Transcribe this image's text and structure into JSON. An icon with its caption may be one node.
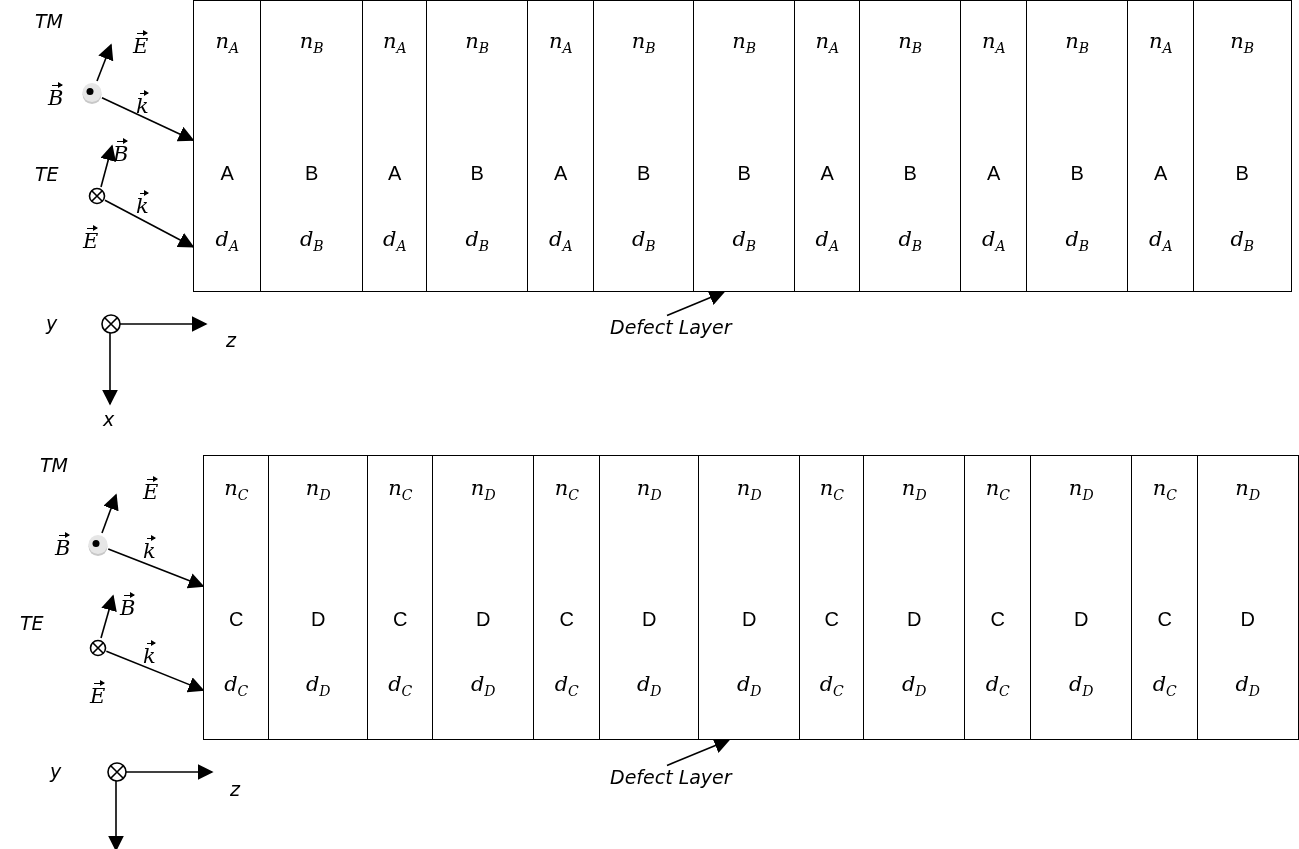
{
  "diagram": {
    "nodes": [
      {
        "text": [],
        "shape": "circle"
      },
      {
        "text": [],
        "shape": "circle"
      },
      {
        "text": [
          "n$_{A}$",
          "A",
          "d$_{A}$"
        ]
      },
      {
        "text": [
          "n$_{B}$",
          "B",
          "d$_{B}$"
        ]
      },
      {
        "text": [
          "n$_{A}$",
          "A",
          "d$_{A}$"
        ]
      },
      {
        "text": [
          "n$_{B}$",
          "B",
          "d$_{B}$"
        ]
      },
      {
        "text": [
          "n$_{A}$",
          "A",
          "d$_{A}$"
        ]
      },
      {
        "text": [
          "n$_{B}$",
          "B",
          "d$_{B}$"
        ]
      },
      {
        "text": [
          "n$_{B}$",
          "B",
          "d$_{B}$"
        ]
      },
      {
        "text": [
          "n$_{A}$",
          "A",
          "d$_{A}$"
        ]
      },
      {
        "text": [
          "n$_{B}$",
          "B",
          "d$_{B}$"
        ]
      },
      {
        "text": [
          "n$_{A}$",
          "A",
          "d$_{A}$"
        ]
      },
      {
        "text": [
          "n$_{B}$",
          "B",
          "d$_{B}$"
        ]
      },
      {
        "text": [
          "n$_{A}$",
          "A",
          "d$_{A}$"
        ]
      },
      {
        "text": [
          "n$_{B}$",
          "B",
          "d$_{B}$"
        ]
      },
      {
        "text": [
          "Defect Layer"
        ]
      },
      {
        "text": [],
        "shape": "circle"
      },
      {
        "text": [],
        "shape": "circle"
      },
      {
        "text": [
          "n$_{C}$",
          "C",
          "d$_{C}$"
        ]
      },
      {
        "text": [
          "n$_{D}$",
          "D",
          "d$_{D}$"
        ]
      },
      {
        "text": [
          "n$_{C}$",
          "C",
          "d$_{C}$"
        ]
      },
      {
        "text": [
          "n$_{D}$",
          "D",
          "d$_{D}$"
        ]
      },
      {
        "text": [
          "n$_{C}$",
          "C",
          "d$_{C}$"
        ]
      },
      {
        "text": [
          "n$_{D}$",
          "D",
          "d$_{D}$"
        ]
      },
      {
        "text": [
          "n$_{D}$",
          "D",
          "d$_{D}$"
        ]
      },
      {
        "text": [
          "n$_{C}$",
          "C",
          "d$_{C}$"
        ]
      },
      {
        "text": [
          "n$_{D}$",
          "D",
          "d$_{D}$"
        ]
      },
      {
        "text": [
          "n$_{C}$",
          "C",
          "d$_{C}$"
        ]
      },
      {
        "text": [
          "n$_{D}$",
          "D",
          "d$_{D}$"
        ]
      },
      {
        "text": [
          "n$_{C}$",
          "C",
          "d$_{C}$"
        ]
      },
      {
        "text": [
          "n$_{D}$",
          "D",
          "d$_{D}$"
        ]
      },
      {
        "text": [
          "Defect Layer"
        ]
      }
    ],
    "edges": [
      {
        "from": 0,
        "to": 2,
        "arrow": "to"
      },
      {
        "from": 1,
        "to": 2,
        "arrow": "to"
      },
      {
        "from": 15,
        "to": 8,
        "arrow": "to"
      },
      {
        "from": 16,
        "to": 18,
        "arrow": "to"
      },
      {
        "from": 17,
        "to": 18,
        "arrow": "to"
      },
      {
        "from": 31,
        "to": 24,
        "arrow": "to"
      }
    ],
    "labels": [
      "TM",
      "E",
      "B",
      "k",
      "TE",
      "B",
      "k",
      "E",
      "y",
      "z",
      "x",
      "TM",
      "E",
      "B",
      "k",
      "TE",
      "B",
      "k",
      "E",
      "y",
      "z"
    ]
  }
}
